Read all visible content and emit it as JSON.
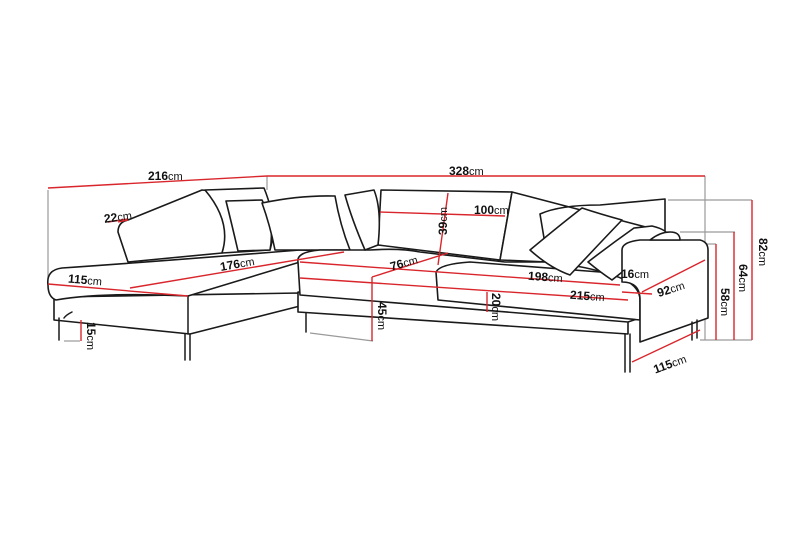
{
  "diagram": {
    "subject": "L-shaped corner sofa with chaise, dimension drawing",
    "colors": {
      "line": "#1a1a1a",
      "dimension": "#d9262c",
      "guide": "#9a9a9a",
      "background": "#ffffff"
    },
    "unit": "cm",
    "dimensions": {
      "chaise_total_length": {
        "value": "216",
        "unit": "cm"
      },
      "total_width": {
        "value": "328",
        "unit": "cm"
      },
      "chaise_back_cushion_thickness": {
        "value": "22",
        "unit": "cm"
      },
      "chaise_seat_length": {
        "value": "176",
        "unit": "cm"
      },
      "chaise_depth": {
        "value": "115",
        "unit": "cm"
      },
      "leg_height": {
        "value": "15",
        "unit": "cm"
      },
      "backrest_height_above_seat": {
        "value": "39",
        "unit": "cm"
      },
      "back_cushion_width": {
        "value": "100",
        "unit": "cm"
      },
      "seat_depth": {
        "value": "76",
        "unit": "cm"
      },
      "seat_height": {
        "value": "45",
        "unit": "cm"
      },
      "seat_cushion_thickness": {
        "value": "20",
        "unit": "cm"
      },
      "seat_width": {
        "value": "198",
        "unit": "cm"
      },
      "main_body_length": {
        "value": "215",
        "unit": "cm"
      },
      "armrest_width": {
        "value": "16",
        "unit": "cm"
      },
      "armrest_depth": {
        "value": "92",
        "unit": "cm"
      },
      "side_depth": {
        "value": "115",
        "unit": "cm"
      },
      "armrest_height": {
        "value": "58",
        "unit": "cm"
      },
      "back_height_mid": {
        "value": "64",
        "unit": "cm"
      },
      "total_height": {
        "value": "82",
        "unit": "cm"
      }
    }
  }
}
